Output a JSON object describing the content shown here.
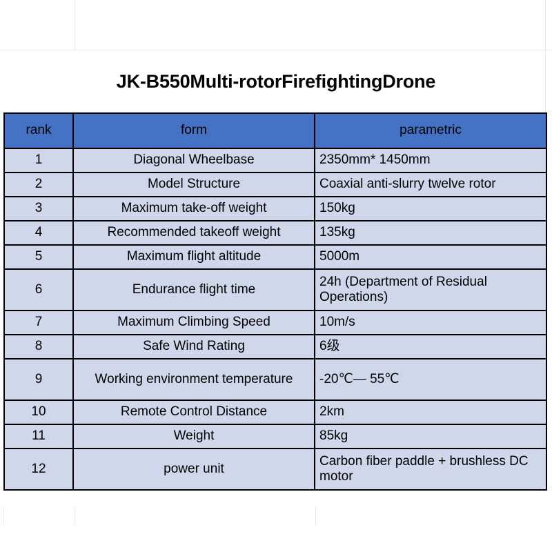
{
  "document": {
    "title": "JK-B550Multi-rotorFirefightingDrone"
  },
  "colors": {
    "header_blue": "#4472C4",
    "row_fill": "#D0D7EB",
    "border": "#000000",
    "gridline": "#E8E8E8",
    "text": "#000000"
  },
  "table": {
    "columns": [
      {
        "key": "rank",
        "label": "rank"
      },
      {
        "key": "form",
        "label": "form"
      },
      {
        "key": "parametric",
        "label": "parametric"
      }
    ],
    "rows": [
      {
        "rank": "1",
        "form": "Diagonal Wheelbase",
        "parametric": "2350mm* 1450mm"
      },
      {
        "rank": "2",
        "form": "Model Structure",
        "parametric": "Coaxial anti-slurry twelve rotor"
      },
      {
        "rank": "3",
        "form": "Maximum take-off weight",
        "parametric": "150kg"
      },
      {
        "rank": "4",
        "form": "Recommended takeoff weight",
        "parametric": "135kg"
      },
      {
        "rank": "5",
        "form": "Maximum flight altitude",
        "parametric": "5000m"
      },
      {
        "rank": "6",
        "form": "Endurance flight time",
        "parametric": "24h (Department of Residual Operations)"
      },
      {
        "rank": "7",
        "form": "Maximum Climbing Speed",
        "parametric": "10m/s"
      },
      {
        "rank": "8",
        "form": "Safe Wind Rating",
        "parametric": "6级"
      },
      {
        "rank": "9",
        "form": "Working environment temperature",
        "parametric": "-20℃— 55℃"
      },
      {
        "rank": "10",
        "form": "Remote Control Distance",
        "parametric": "2km"
      },
      {
        "rank": "11",
        "form": "Weight",
        "parametric": "85kg"
      },
      {
        "rank": "12",
        "form": "power unit",
        "parametric": "Carbon fiber paddle + brushless DC motor"
      }
    ]
  }
}
